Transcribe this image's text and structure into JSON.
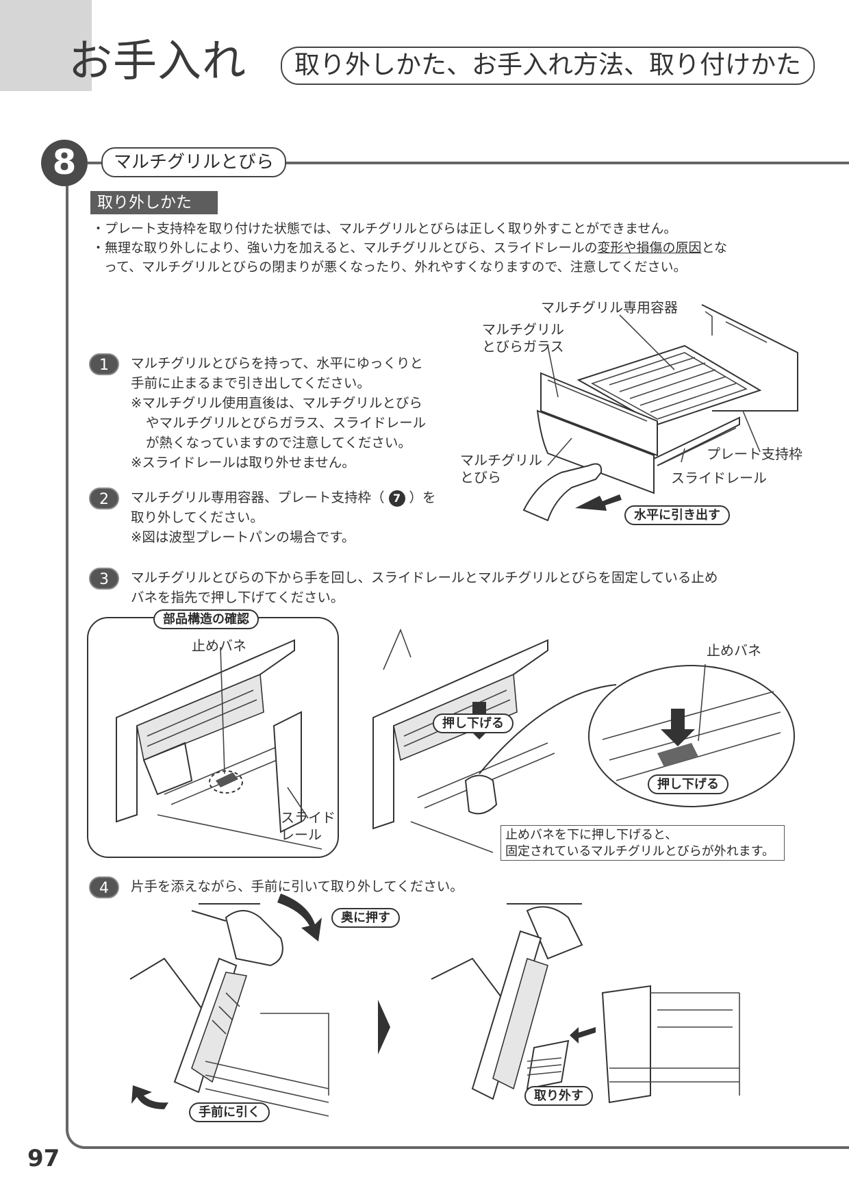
{
  "page": {
    "section_title": "お手入れ",
    "section_subtitle": "取り外しかた、お手入れ方法、取り付けかた",
    "page_number": "97"
  },
  "item": {
    "number": "8",
    "title": "マルチグリルとびら"
  },
  "subheading": "取り外しかた",
  "cautions": [
    "・プレート支持枠を取り付けた状態では、マルチグリルとびらは正しく取り外すことができません。",
    "・無理な取り外しにより、強い力を加えると、マルチグリルとびら、スライドレールの",
    "変形や損傷の原因",
    "とな",
    "って、マルチグリルとびらの閉まりが悪くなったり、外れやすくなりますので、注意してください。"
  ],
  "steps": [
    {
      "number": "1",
      "lines": [
        "マルチグリルとびらを持って、水平にゆっくりと",
        "手前に止まるまで引き出してください。",
        "※マルチグリル使用直後は、マルチグリルとびら",
        "やマルチグリルとびらガラス、スライドレール",
        "が熱くなっていますので注意してください。",
        "※スライドレールは取り外せません。"
      ]
    },
    {
      "number": "2",
      "lines": [
        "マルチグリル専用容器、プレート支持枠（",
        "7",
        "）を",
        "取り外してください。",
        "※図は波型プレートパンの場合です。"
      ]
    },
    {
      "number": "3",
      "lines": [
        "マルチグリルとびらの下から手を回し、スライドレールとマルチグリルとびらを固定している止め",
        "バネを指先で押し下げてください。"
      ]
    },
    {
      "number": "4",
      "lines": [
        "片手を添えながら、手前に引いて取り外してください。"
      ]
    }
  ],
  "fig1": {
    "label_container": "マルチグリル専用容器",
    "label_glass": [
      "マルチグリル",
      "とびらガラス"
    ],
    "label_frame": "プレート支持枠",
    "label_door": [
      "マルチグリル",
      "とびら"
    ],
    "label_rail": "スライドレール",
    "action": "水平に引き出す"
  },
  "fig3": {
    "box_title": "部品構造の確認",
    "label_spring_left": "止めバネ",
    "label_rail": [
      "スライド",
      "レール"
    ],
    "label_spring_right": "止めバネ",
    "action_press": "押し下げる",
    "action_press_zoom": "押し下げる",
    "note": [
      "止めバネを下に押し下げると、",
      "固定されているマルチグリルとびらが外れます。"
    ]
  },
  "fig4": {
    "action_push": "奥に押す",
    "action_pull": "手前に引く",
    "action_remove": "取り外す"
  }
}
